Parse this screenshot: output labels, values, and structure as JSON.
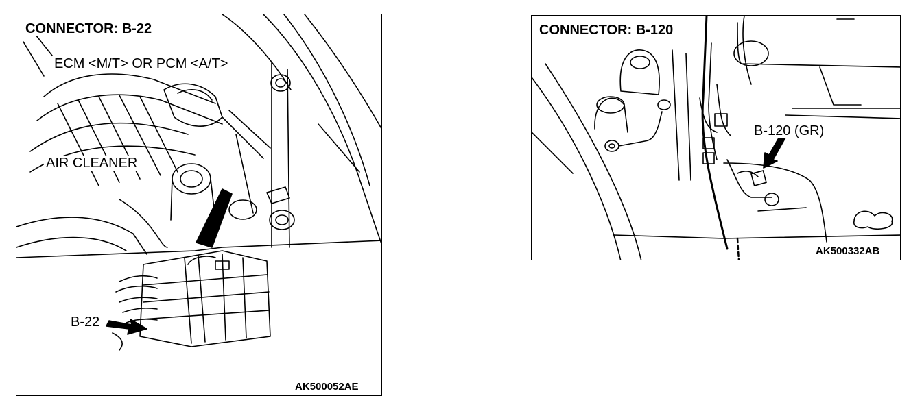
{
  "left_panel": {
    "title": "CONNECTOR: B-22",
    "ecm_label": "ECM <M/T> OR PCM <A/T>",
    "air_cleaner_label": "AIR CLEANER",
    "connector_label": "B-22",
    "code": "AK500052AE"
  },
  "right_panel": {
    "title": "CONNECTOR: B-120",
    "connector_label": "B-120 (GR)",
    "code": "AK500332AB"
  }
}
